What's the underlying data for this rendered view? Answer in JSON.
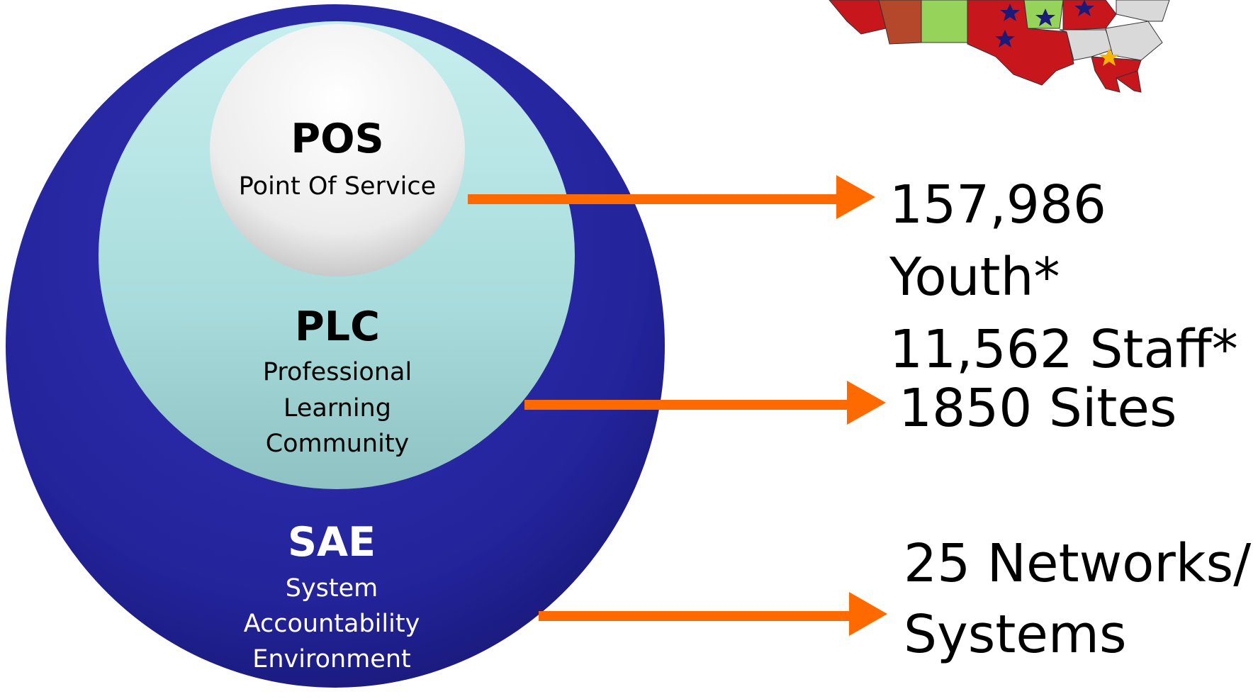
{
  "diagram": {
    "pos": {
      "title": "POS",
      "subtitle": "Point Of Service"
    },
    "plc": {
      "title": "PLC",
      "lines": [
        "Professional",
        "Learning",
        "Community"
      ]
    },
    "sae": {
      "title": "SAE",
      "lines": [
        "System",
        "Accountability",
        "Environment"
      ]
    }
  },
  "stats": {
    "pos": [
      "157,986",
      "Youth*",
      "11,562 Staff*"
    ],
    "plc": "1850 Sites",
    "sae": [
      "25 Networks/",
      "Systems"
    ]
  },
  "colors": {
    "outer_circle": "#23239a",
    "middle_circle": "#a8dede",
    "inner_circle": "#efefef",
    "arrow": "#ff6a00",
    "map_red": "#c8161d",
    "map_green": "#95d35b",
    "map_brown": "#b5482a",
    "map_gray": "#d9d9d9",
    "star_navy": "#1a1a7a",
    "star_gold": "#f7b500"
  },
  "icons": [
    "us-map-fragment",
    "star-icon"
  ]
}
